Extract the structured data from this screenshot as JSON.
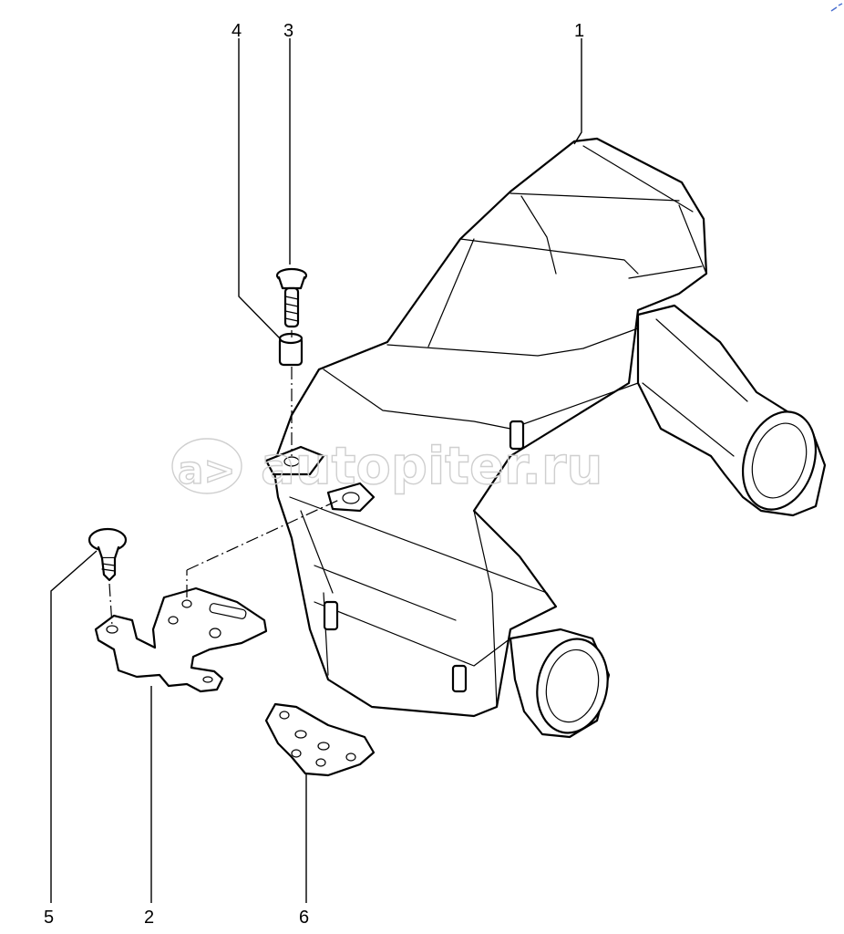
{
  "watermark": {
    "text": "autopiter.ru",
    "logo_mark": "a>"
  },
  "callouts": [
    {
      "id": "1",
      "label": "1"
    },
    {
      "id": "2",
      "label": "2"
    },
    {
      "id": "3",
      "label": "3"
    },
    {
      "id": "4",
      "label": "4"
    },
    {
      "id": "5",
      "label": "5"
    },
    {
      "id": "6",
      "label": "6"
    }
  ],
  "colors": {
    "line": "#000000",
    "background": "#ffffff",
    "watermark": "#cfcfcf"
  }
}
